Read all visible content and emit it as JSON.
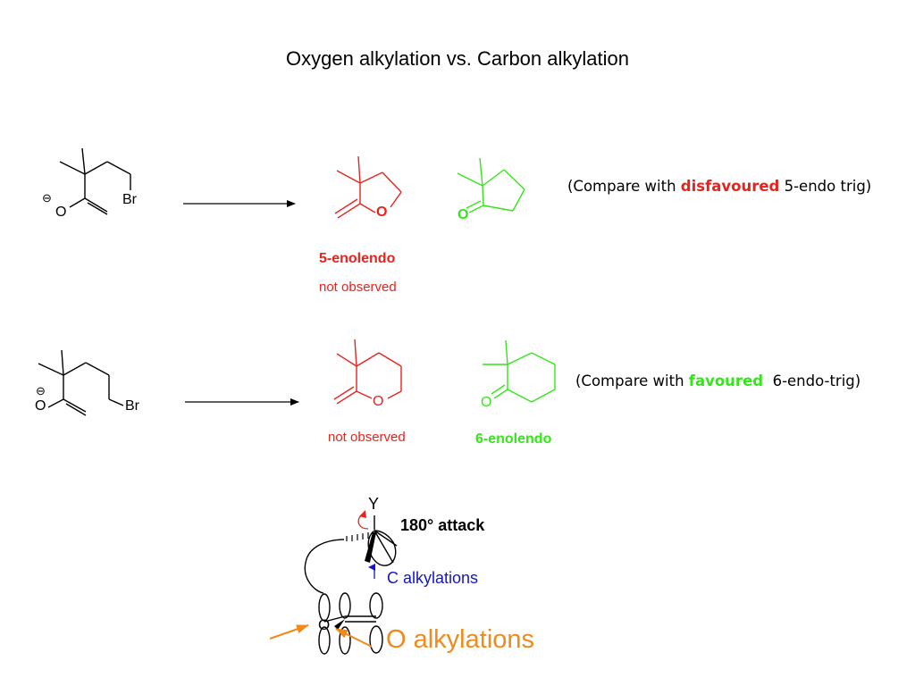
{
  "title": "Oxygen alkylation vs. Carbon alkylation",
  "colors": {
    "red": "#e8231d",
    "green": "#33e619",
    "blue": "#1414cc",
    "orange": "#f08a1c",
    "black": "#000000"
  },
  "row1": {
    "reactant_atoms": {
      "oxygen": "O",
      "charge": "⊖",
      "bromine": "Br"
    },
    "o_product_atom": "O",
    "c_product_atom": "O",
    "product_label": "5-enolendo",
    "product_status": "not observed",
    "compare": {
      "prefix": "(Compare with ",
      "highlight": "disfavoured",
      "suffix": " 5-endo trig)"
    }
  },
  "row2": {
    "reactant_atoms": {
      "oxygen": "O",
      "charge": "⊖",
      "bromine": "Br"
    },
    "o_product_atom": "O",
    "c_product_atom": "O",
    "product_label": "6-enolendo",
    "product_status": "not observed",
    "compare": {
      "prefix": "(Compare with ",
      "highlight": "favoured",
      "suffix": "  6-endo-trig)"
    }
  },
  "mechanism": {
    "leaving_group": "Y",
    "attack_label": "180° attack",
    "c_label": "C alkylations",
    "o_label": "O alkylations",
    "oxygen": "O"
  }
}
